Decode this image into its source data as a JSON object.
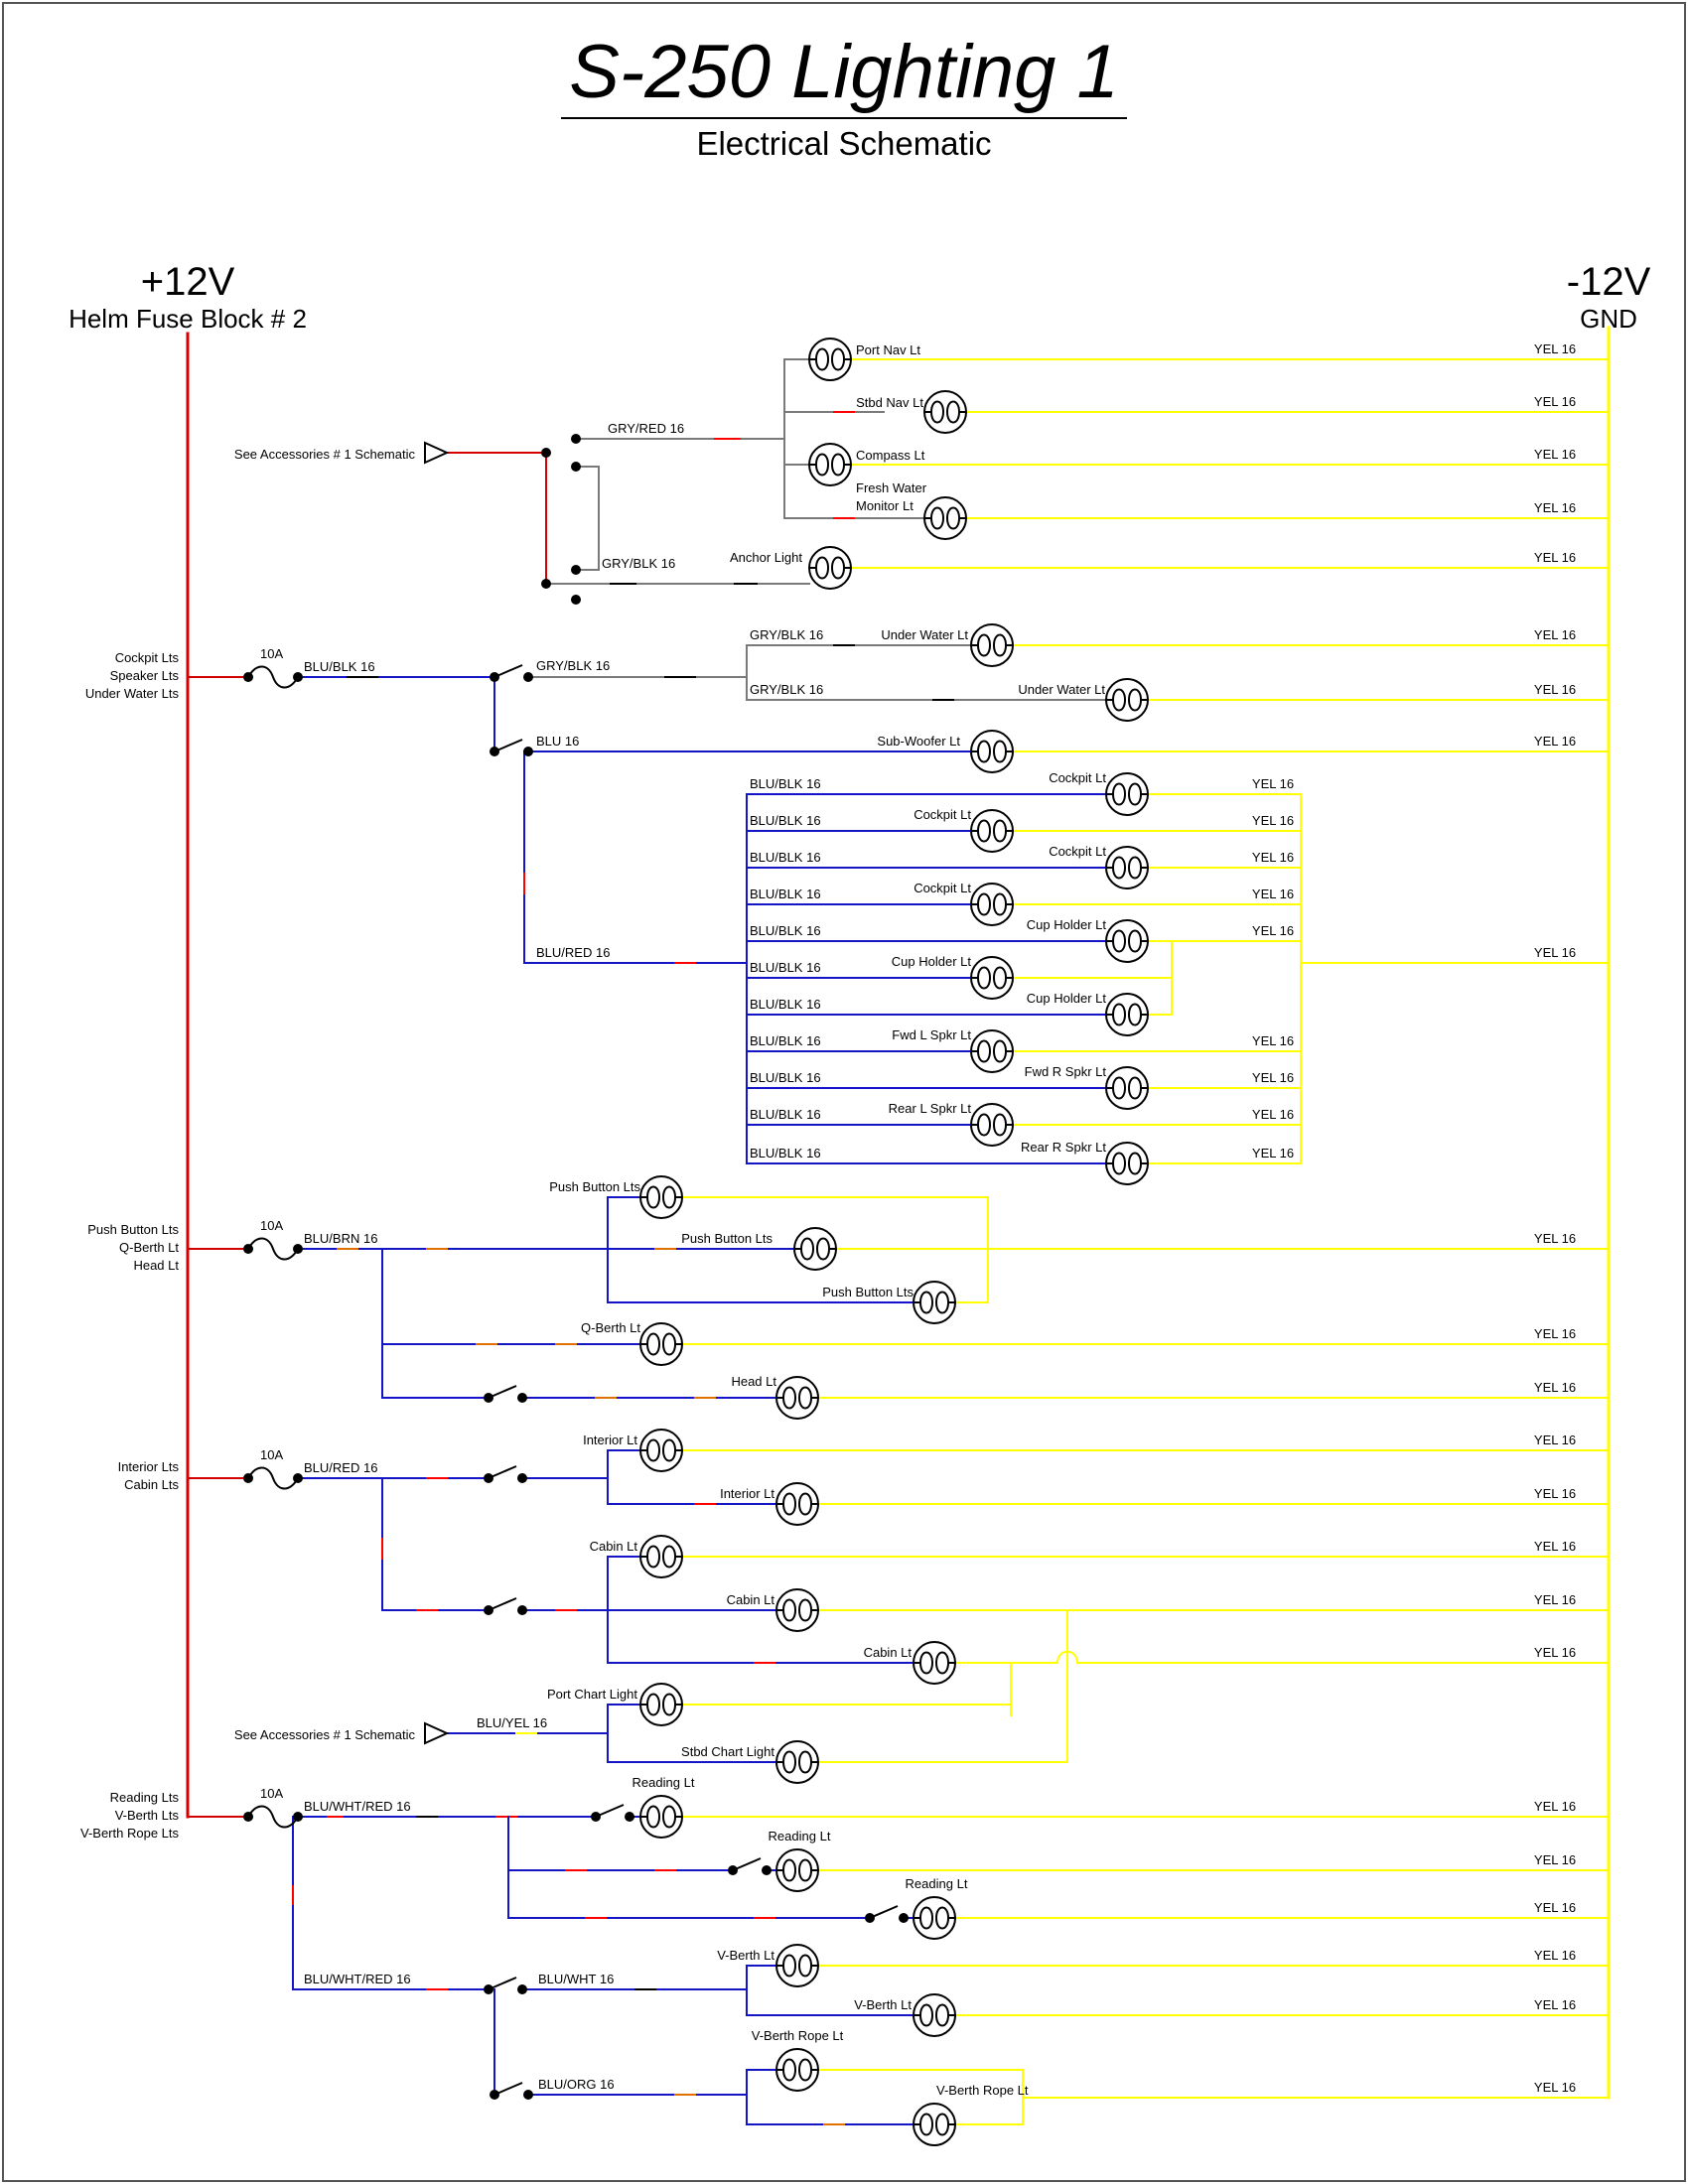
{
  "title": "S-250 Lighting 1",
  "subtitle": "Electrical Schematic",
  "rails": {
    "pos_voltage": "+12V",
    "pos_source": "Helm Fuse Block # 2",
    "neg_voltage": "-12V",
    "neg_label": "GND"
  },
  "colors": {
    "positive": "#d40000",
    "negative": "#ffff00",
    "blue": "#1515c8",
    "gray": "#7a7a7a",
    "stripe_red": "#ff0000",
    "stripe_orange": "#e07000",
    "stripe_black": "#000000"
  },
  "ground_wire": "YEL 16",
  "fuse_rating": "10A",
  "accessories_ref": "See Accessories # 1 Schematic",
  "circuits": [
    {
      "feed_label": "",
      "wires": [
        "GRY/RED 16",
        "GRY/BLK 16"
      ],
      "loads": [
        "Port Nav Lt",
        "Stbd Nav Lt",
        "Compass Lt",
        "Fresh Water",
        "Monitor Lt",
        "Anchor Light"
      ]
    },
    {
      "feed_lines": [
        "Cockpit Lts",
        "Speaker Lts",
        "Under Water Lts"
      ],
      "wires": [
        "BLU/BLK 16",
        "GRY/BLK 16",
        "BLU 16",
        "BLU/RED 16"
      ],
      "loads": [
        "Under Water Lt",
        "Sub-Woofer Lt",
        "Cockpit Lt",
        "Cup Holder Lt",
        "Fwd L Spkr Lt",
        "Fwd R Spkr Lt",
        "Rear L Spkr Lt",
        "Rear R Spkr Lt"
      ]
    },
    {
      "feed_lines": [
        "Push Button Lts",
        "Q-Berth Lt",
        "Head Lt"
      ],
      "wires": [
        "BLU/BRN 16"
      ],
      "loads": [
        "Push Button Lts",
        "Q-Berth Lt",
        "Head Lt"
      ]
    },
    {
      "feed_lines": [
        "Interior Lts",
        "Cabin Lts"
      ],
      "wires": [
        "BLU/RED 16",
        "BLU/YEL 16"
      ],
      "loads": [
        "Interior Lt",
        "Cabin Lt",
        "Port Chart Light",
        "Stbd Chart Light"
      ]
    },
    {
      "feed_lines": [
        "Reading Lts",
        "V-Berth Lts",
        "V-Berth Rope Lts"
      ],
      "wires": [
        "BLU/WHT/RED 16",
        "BLU/WHT 16",
        "BLU/ORG 16"
      ],
      "loads": [
        "Reading Lt",
        "V-Berth Lt",
        "V-Berth Rope Lt"
      ]
    }
  ]
}
